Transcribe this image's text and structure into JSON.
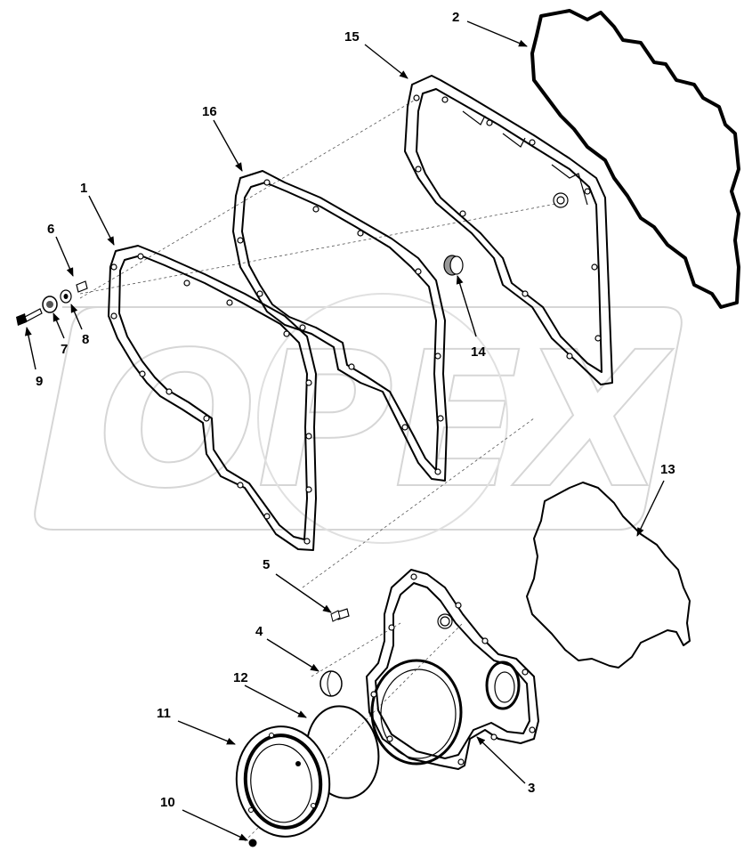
{
  "watermark": {
    "text": "OPEX"
  },
  "callouts": [
    {
      "id": "c1",
      "label": "1"
    },
    {
      "id": "c2",
      "label": "2"
    },
    {
      "id": "c3",
      "label": "3"
    },
    {
      "id": "c4",
      "label": "4"
    },
    {
      "id": "c5",
      "label": "5"
    },
    {
      "id": "c6",
      "label": "6"
    },
    {
      "id": "c7",
      "label": "7"
    },
    {
      "id": "c8",
      "label": "8"
    },
    {
      "id": "c9",
      "label": "9"
    },
    {
      "id": "c10",
      "label": "10"
    },
    {
      "id": "c11",
      "label": "11"
    },
    {
      "id": "c12",
      "label": "12"
    },
    {
      "id": "c13",
      "label": "13"
    },
    {
      "id": "c14",
      "label": "14"
    },
    {
      "id": "c15",
      "label": "15"
    },
    {
      "id": "c16",
      "label": "16"
    }
  ]
}
